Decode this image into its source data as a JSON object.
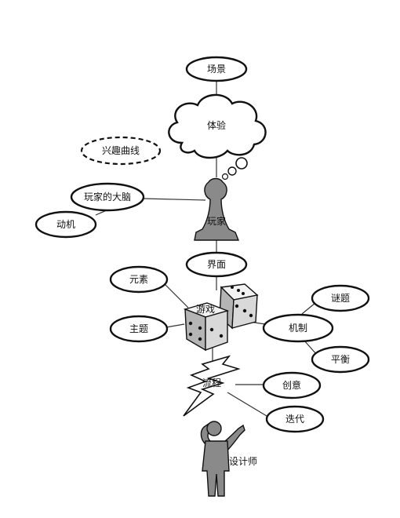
{
  "diagram": {
    "nodes": {
      "scene": "场景",
      "experience": "体验",
      "interest_curve": "兴趣曲线",
      "player_brain": "玩家的大脑",
      "motivation": "动机",
      "player": "玩家",
      "interface": "界面",
      "elements": "元素",
      "theme": "主题",
      "game": "游戏",
      "mechanics": "机制",
      "puzzle": "谜题",
      "balance": "平衡",
      "flow": "流程",
      "creativity": "创意",
      "iteration": "迭代",
      "designer": "设计师"
    },
    "colors": {
      "pawn": "#8a8a8a",
      "designer": "#8a8a8a",
      "die": "#d9d9d9",
      "outline": "#111111"
    }
  }
}
